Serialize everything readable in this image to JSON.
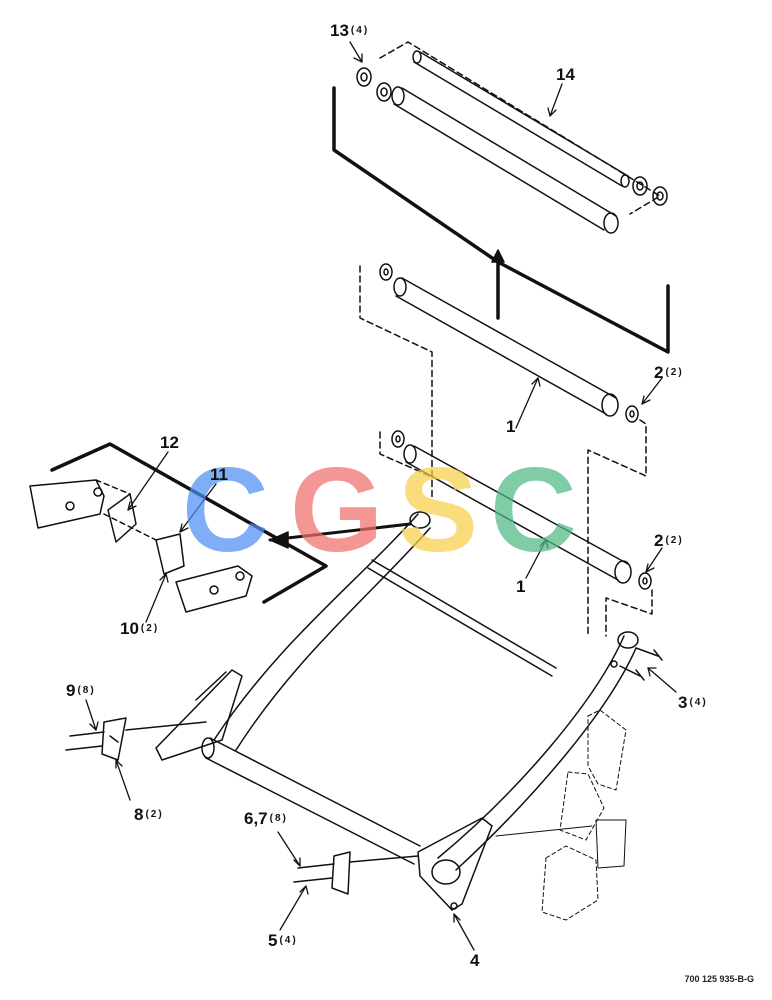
{
  "callouts": {
    "c13": {
      "num": "13",
      "qty": "(4)"
    },
    "c14": {
      "num": "14",
      "qty": ""
    },
    "c2a": {
      "num": "2",
      "qty": "(2)"
    },
    "c1a": {
      "num": "1",
      "qty": ""
    },
    "c12": {
      "num": "12",
      "qty": ""
    },
    "c11": {
      "num": "11",
      "qty": ""
    },
    "c2b": {
      "num": "2",
      "qty": "(2)"
    },
    "c1b": {
      "num": "1",
      "qty": ""
    },
    "c10": {
      "num": "10",
      "qty": "(2)"
    },
    "c3": {
      "num": "3",
      "qty": "(4)"
    },
    "c9": {
      "num": "9",
      "qty": "(8)"
    },
    "c8": {
      "num": "8",
      "qty": "(2)"
    },
    "c67": {
      "num": "6,7",
      "qty": "(8)"
    },
    "c5": {
      "num": "5",
      "qty": "(4)"
    },
    "c4": {
      "num": "4",
      "qty": ""
    }
  },
  "watermark": {
    "letters": [
      "C",
      "G",
      "S",
      "C"
    ],
    "colors": [
      "#4f8ff5",
      "#ef6f6c",
      "#f7d04a",
      "#4fb985"
    ]
  },
  "doc_number": "700 125 935-B-G"
}
